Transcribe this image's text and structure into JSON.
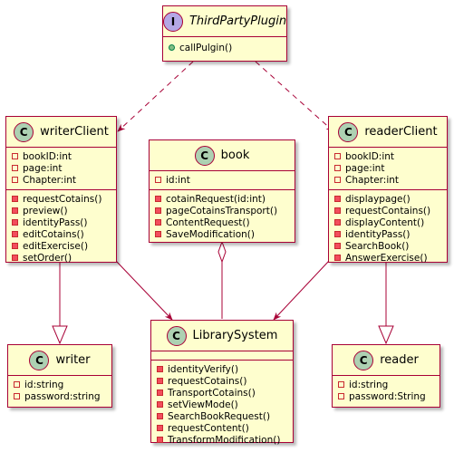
{
  "diagram": {
    "classes": {
      "third_party_plugin": {
        "stereotype": "I",
        "name": "ThirdPartyPlugin",
        "attributes": [],
        "methods": [
          "callPulgin()"
        ]
      },
      "writer_client": {
        "stereotype": "C",
        "name": "writerClient",
        "attributes": [
          "bookID:int",
          "page:int",
          "Chapter:int"
        ],
        "methods": [
          "requestCotains()",
          "preview()",
          "identityPass()",
          "editCotains()",
          "editExercise()",
          "setOrder()"
        ]
      },
      "book": {
        "stereotype": "C",
        "name": "book",
        "attributes": [
          "id:int"
        ],
        "methods": [
          "cotainRequest(id:int)",
          "pageCotainsTransport()",
          "ContentRequest()",
          "SaveModification()"
        ]
      },
      "reader_client": {
        "stereotype": "C",
        "name": "readerClient",
        "attributes": [
          "bookID:int",
          "page:int",
          "Chapter:int"
        ],
        "methods": [
          "displaypage()",
          "requestContains()",
          "displayContent()",
          "identityPass()",
          "SearchBook()",
          "AnswerExercise()"
        ]
      },
      "writer": {
        "stereotype": "C",
        "name": "writer",
        "attributes": [
          "id:string",
          "password:string"
        ],
        "methods": []
      },
      "library_system": {
        "stereotype": "C",
        "name": "LibrarySystem",
        "attributes": [],
        "methods": [
          "identityVerify()",
          "requestCotains()",
          "TransportCotains()",
          "setViewMode()",
          "SearchBookRequest()",
          "requestContent()",
          "TransformModification()"
        ]
      },
      "reader": {
        "stereotype": "C",
        "name": "reader",
        "attributes": [
          "id:string",
          "password:String"
        ],
        "methods": []
      }
    },
    "relations": [
      {
        "from": "ThirdPartyPlugin",
        "to": "writerClient",
        "kind": "dependency"
      },
      {
        "from": "ThirdPartyPlugin",
        "to": "readerClient",
        "kind": "dependency"
      },
      {
        "from": "writerClient",
        "to": "LibrarySystem",
        "kind": "association"
      },
      {
        "from": "readerClient",
        "to": "LibrarySystem",
        "kind": "association"
      },
      {
        "from": "book",
        "to": "LibrarySystem",
        "kind": "aggregation"
      },
      {
        "from": "writerClient",
        "to": "writer",
        "kind": "inheritance"
      },
      {
        "from": "readerClient",
        "to": "reader",
        "kind": "inheritance"
      }
    ],
    "colors": {
      "class_fill": "#FEFECE",
      "border": "#A80036",
      "class_circle": "#ADD1B2",
      "interface_circle": "#B4A7E5"
    }
  }
}
